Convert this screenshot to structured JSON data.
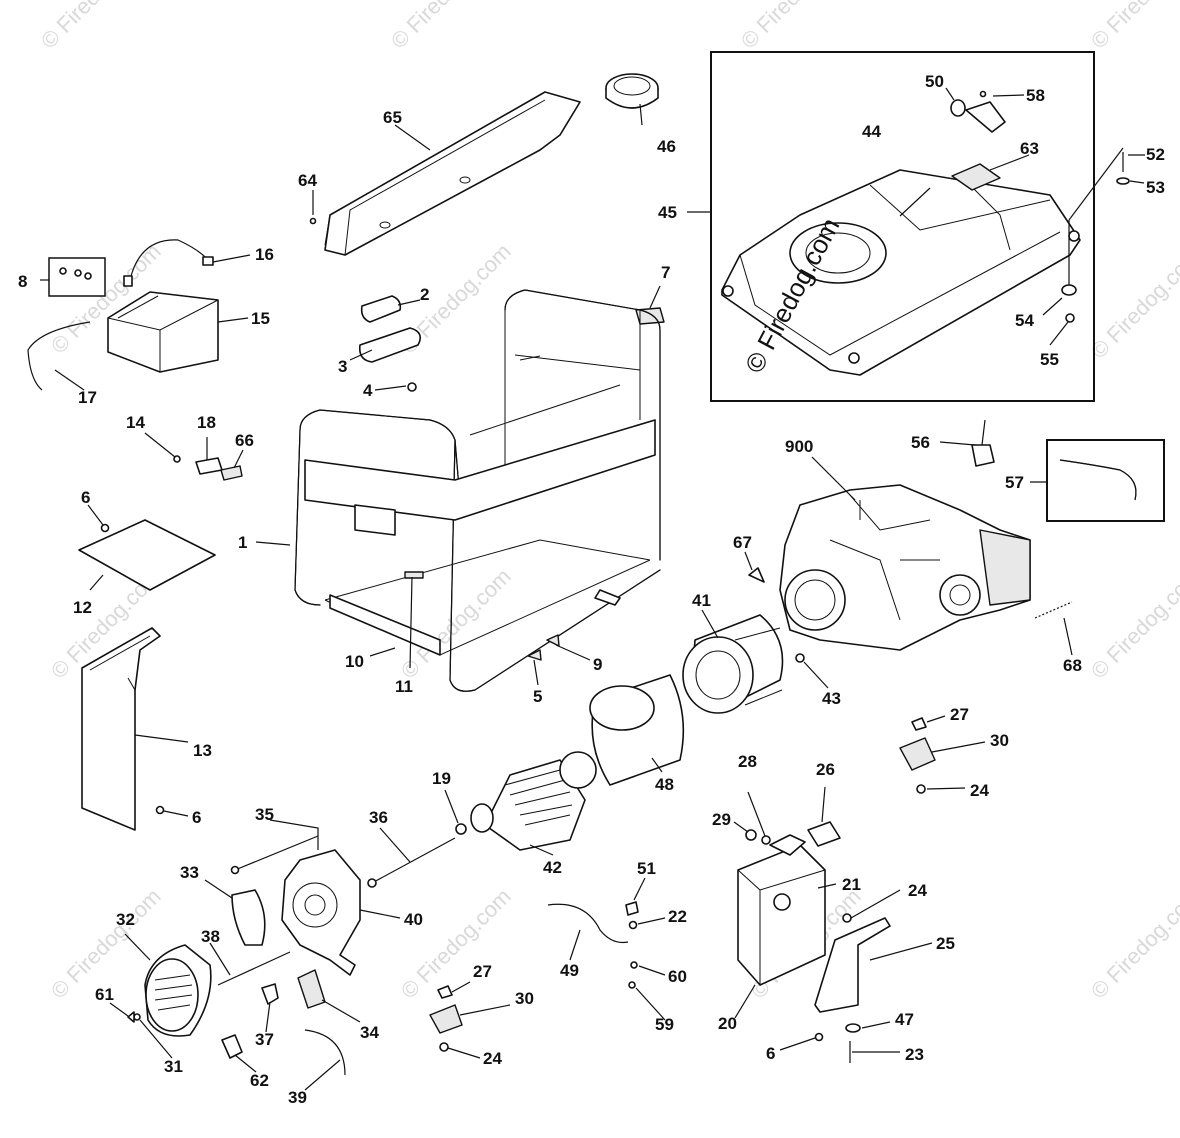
{
  "watermark": {
    "text": "© Firedog.com",
    "main_text": "© Firedog.com"
  },
  "callouts": [
    {
      "id": "c1",
      "label": "1"
    },
    {
      "id": "c2",
      "label": "2"
    },
    {
      "id": "c3",
      "label": "3"
    },
    {
      "id": "c4",
      "label": "4"
    },
    {
      "id": "c5",
      "label": "5"
    },
    {
      "id": "c6a",
      "label": "6"
    },
    {
      "id": "c6b",
      "label": "6"
    },
    {
      "id": "c6c",
      "label": "6"
    },
    {
      "id": "c7",
      "label": "7"
    },
    {
      "id": "c8",
      "label": "8"
    },
    {
      "id": "c9",
      "label": "9"
    },
    {
      "id": "c10",
      "label": "10"
    },
    {
      "id": "c11",
      "label": "11"
    },
    {
      "id": "c12",
      "label": "12"
    },
    {
      "id": "c13",
      "label": "13"
    },
    {
      "id": "c14",
      "label": "14"
    },
    {
      "id": "c15",
      "label": "15"
    },
    {
      "id": "c16",
      "label": "16"
    },
    {
      "id": "c17",
      "label": "17"
    },
    {
      "id": "c18",
      "label": "18"
    },
    {
      "id": "c19",
      "label": "19"
    },
    {
      "id": "c20",
      "label": "20"
    },
    {
      "id": "c21",
      "label": "21"
    },
    {
      "id": "c22",
      "label": "22"
    },
    {
      "id": "c23",
      "label": "23"
    },
    {
      "id": "c24a",
      "label": "24"
    },
    {
      "id": "c24b",
      "label": "24"
    },
    {
      "id": "c24c",
      "label": "24"
    },
    {
      "id": "c25",
      "label": "25"
    },
    {
      "id": "c26",
      "label": "26"
    },
    {
      "id": "c27a",
      "label": "27"
    },
    {
      "id": "c27b",
      "label": "27"
    },
    {
      "id": "c28",
      "label": "28"
    },
    {
      "id": "c29",
      "label": "29"
    },
    {
      "id": "c30a",
      "label": "30"
    },
    {
      "id": "c30b",
      "label": "30"
    },
    {
      "id": "c31",
      "label": "31"
    },
    {
      "id": "c32",
      "label": "32"
    },
    {
      "id": "c33",
      "label": "33"
    },
    {
      "id": "c34",
      "label": "34"
    },
    {
      "id": "c35",
      "label": "35"
    },
    {
      "id": "c36",
      "label": "36"
    },
    {
      "id": "c37",
      "label": "37"
    },
    {
      "id": "c38",
      "label": "38"
    },
    {
      "id": "c39",
      "label": "39"
    },
    {
      "id": "c40",
      "label": "40"
    },
    {
      "id": "c41",
      "label": "41"
    },
    {
      "id": "c42",
      "label": "42"
    },
    {
      "id": "c43",
      "label": "43"
    },
    {
      "id": "c44",
      "label": "44"
    },
    {
      "id": "c45",
      "label": "45"
    },
    {
      "id": "c46",
      "label": "46"
    },
    {
      "id": "c47",
      "label": "47"
    },
    {
      "id": "c48",
      "label": "48"
    },
    {
      "id": "c49",
      "label": "49"
    },
    {
      "id": "c50",
      "label": "50"
    },
    {
      "id": "c51",
      "label": "51"
    },
    {
      "id": "c52",
      "label": "52"
    },
    {
      "id": "c53",
      "label": "53"
    },
    {
      "id": "c54",
      "label": "54"
    },
    {
      "id": "c55",
      "label": "55"
    },
    {
      "id": "c56",
      "label": "56"
    },
    {
      "id": "c57",
      "label": "57"
    },
    {
      "id": "c58",
      "label": "58"
    },
    {
      "id": "c59",
      "label": "59"
    },
    {
      "id": "c60",
      "label": "60"
    },
    {
      "id": "c61",
      "label": "61"
    },
    {
      "id": "c62",
      "label": "62"
    },
    {
      "id": "c63",
      "label": "63"
    },
    {
      "id": "c64",
      "label": "64"
    },
    {
      "id": "c65",
      "label": "65"
    },
    {
      "id": "c66",
      "label": "66"
    },
    {
      "id": "c67",
      "label": "67"
    },
    {
      "id": "c68",
      "label": "68"
    },
    {
      "id": "c900",
      "label": "900"
    }
  ]
}
